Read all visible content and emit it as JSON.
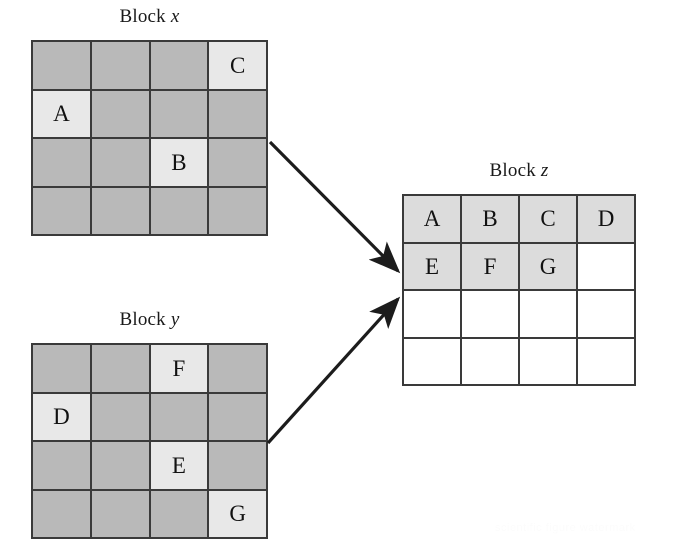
{
  "figure": {
    "type": "block-merge-diagram",
    "watermark_text": "scientific figure watermark"
  },
  "blocks": {
    "x": {
      "title_prefix": "Block ",
      "title_var": "x",
      "rows": 4,
      "cols": 4,
      "cells": [
        [
          {
            "label": "",
            "style": "gray"
          },
          {
            "label": "",
            "style": "gray"
          },
          {
            "label": "",
            "style": "gray"
          },
          {
            "label": "C",
            "style": "light"
          }
        ],
        [
          {
            "label": "A",
            "style": "light"
          },
          {
            "label": "",
            "style": "gray"
          },
          {
            "label": "",
            "style": "gray"
          },
          {
            "label": "",
            "style": "gray"
          }
        ],
        [
          {
            "label": "",
            "style": "gray"
          },
          {
            "label": "",
            "style": "gray"
          },
          {
            "label": "B",
            "style": "light"
          },
          {
            "label": "",
            "style": "gray"
          }
        ],
        [
          {
            "label": "",
            "style": "gray"
          },
          {
            "label": "",
            "style": "gray"
          },
          {
            "label": "",
            "style": "gray"
          },
          {
            "label": "",
            "style": "gray"
          }
        ]
      ]
    },
    "y": {
      "title_prefix": "Block ",
      "title_var": "y",
      "rows": 4,
      "cols": 4,
      "cells": [
        [
          {
            "label": "",
            "style": "gray"
          },
          {
            "label": "",
            "style": "gray"
          },
          {
            "label": "F",
            "style": "light"
          },
          {
            "label": "",
            "style": "gray"
          }
        ],
        [
          {
            "label": "D",
            "style": "light"
          },
          {
            "label": "",
            "style": "gray"
          },
          {
            "label": "",
            "style": "gray"
          },
          {
            "label": "",
            "style": "gray"
          }
        ],
        [
          {
            "label": "",
            "style": "gray"
          },
          {
            "label": "",
            "style": "gray"
          },
          {
            "label": "E",
            "style": "light"
          },
          {
            "label": "",
            "style": "gray"
          }
        ],
        [
          {
            "label": "",
            "style": "gray"
          },
          {
            "label": "",
            "style": "gray"
          },
          {
            "label": "",
            "style": "gray"
          },
          {
            "label": "G",
            "style": "light"
          }
        ]
      ]
    },
    "z": {
      "title_prefix": "Block ",
      "title_var": "z",
      "rows": 4,
      "cols": 4,
      "cells": [
        [
          {
            "label": "A",
            "style": "zgray"
          },
          {
            "label": "B",
            "style": "zgray"
          },
          {
            "label": "C",
            "style": "zgray"
          },
          {
            "label": "D",
            "style": "zgray"
          }
        ],
        [
          {
            "label": "E",
            "style": "zgray"
          },
          {
            "label": "F",
            "style": "zgray"
          },
          {
            "label": "G",
            "style": "zgray"
          },
          {
            "label": "",
            "style": "white"
          }
        ],
        [
          {
            "label": "",
            "style": "white"
          },
          {
            "label": "",
            "style": "white"
          },
          {
            "label": "",
            "style": "white"
          },
          {
            "label": "",
            "style": "white"
          }
        ],
        [
          {
            "label": "",
            "style": "white"
          },
          {
            "label": "",
            "style": "white"
          },
          {
            "label": "",
            "style": "white"
          },
          {
            "label": "",
            "style": "white"
          }
        ]
      ]
    }
  },
  "arrows": [
    {
      "name": "arrow-x-to-z",
      "from": "Block x",
      "to": "Block z"
    },
    {
      "name": "arrow-y-to-z",
      "from": "Block y",
      "to": "Block z"
    }
  ],
  "colors": {
    "cell_gray": "#b9b9b9",
    "cell_highlight": "#e8e8e8",
    "cell_z_filled": "#dcdcdc",
    "cell_empty": "#ffffff",
    "grid_line": "#3a3a3a",
    "text": "#111111"
  }
}
